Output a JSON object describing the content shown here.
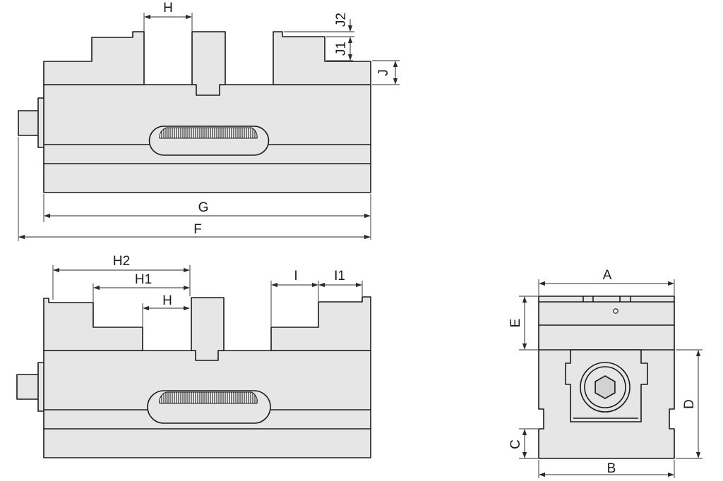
{
  "labels": {
    "top_h": "H",
    "top_j2": "J2",
    "top_j1": "J1",
    "top_j": "J",
    "top_g": "G",
    "top_f": "F",
    "bottom_h2": "H2",
    "bottom_h1": "H1",
    "bottom_h": "H",
    "bottom_i": "I",
    "bottom_i1": "I1",
    "end_a": "A",
    "end_e": "E",
    "end_d": "D",
    "end_c": "C",
    "end_b": "B"
  }
}
